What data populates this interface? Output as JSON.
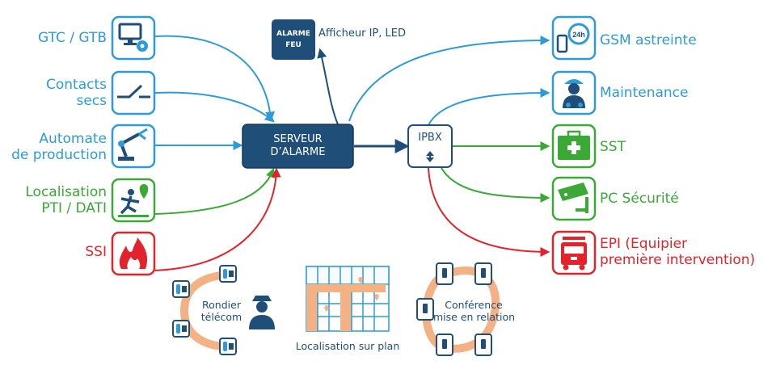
{
  "left_items": [
    {
      "lines": [
        "GTC / GTB"
      ],
      "color": "#2e9bd6",
      "icon": "computer-gear-icon"
    },
    {
      "lines": [
        "Contacts",
        "secs"
      ],
      "color": "#2e9bd6",
      "icon": "dry-contact-switch-icon"
    },
    {
      "lines": [
        "Automate",
        "de production"
      ],
      "color": "#2e9bd6",
      "icon": "robot-arm-icon"
    },
    {
      "lines": [
        "Localisation",
        "PTI / DATI"
      ],
      "color": "#3aa935",
      "icon": "falling-person-icon"
    },
    {
      "lines": [
        "SSI"
      ],
      "color": "#e2232b",
      "icon": "fire-icon"
    }
  ],
  "right_items": [
    {
      "lines": [
        "GSM astreinte"
      ],
      "color": "#2e9bd6",
      "icon": "phone-24h-icon"
    },
    {
      "lines": [
        "Maintenance"
      ],
      "color": "#2e9bd6",
      "icon": "technician-icon"
    },
    {
      "lines": [
        "SST"
      ],
      "color": "#3aa935",
      "icon": "first-aid-kit-icon"
    },
    {
      "lines": [
        "PC Sécurité"
      ],
      "color": "#3aa935",
      "icon": "security-camera-icon"
    },
    {
      "lines": [
        "EPI (Equipier",
        "première intervention)"
      ],
      "color": "#e2232b",
      "icon": "fire-truck-icon"
    }
  ],
  "server": {
    "lines": [
      "SERVEUR",
      "D’ALARME"
    ]
  },
  "ipbx": {
    "label": "IPBX"
  },
  "display": {
    "screen_lines": [
      "ALARME",
      "FEU"
    ],
    "label": "Afficheur IP, LED"
  },
  "bottom": {
    "rondier": {
      "lines": [
        "Rondier",
        "télécom"
      ]
    },
    "plan": {
      "label": "Localisation sur plan"
    },
    "conference": {
      "lines": [
        "Conférence",
        "mise en relation"
      ]
    }
  },
  "colors": {
    "blue": "#2e9bd6",
    "green": "#3aa935",
    "red": "#e2232b",
    "navy": "#1f4e79",
    "orange": "#f4b183"
  }
}
